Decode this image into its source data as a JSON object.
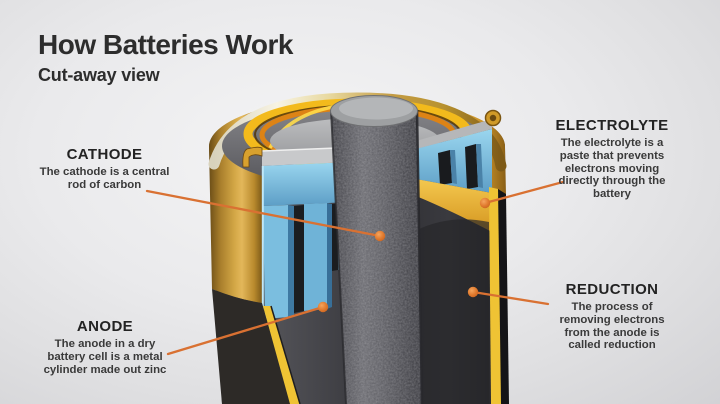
{
  "header": {
    "title": "How Batteries Work",
    "subtitle": "Cut-away view"
  },
  "labels": {
    "cathode": {
      "title": "CATHODE",
      "description": "The cathode is a central rod of carbon"
    },
    "anode": {
      "title": "ANODE",
      "description": "The anode in a dry battery cell is a metal cylinder made out zinc"
    },
    "electrolyte": {
      "title": "ELECTROLYTE",
      "description": "The electrolyte is a paste that prevents electrons moving directly through the battery"
    },
    "reduction": {
      "title": "REDUCTION",
      "description": "The process of removing electrons from the anode is called reduction"
    }
  },
  "colors": {
    "background": "#e9e9eb",
    "text": "#2d2d2d",
    "leader_line_orange": "#d97132",
    "casing_gold": "#d3a746",
    "seal_ring_yellow": "#f3ba1c",
    "electrolyte_blue": "#8fd0ec",
    "zinc_gray": "#3e3e43",
    "carbon_rod_gray": "#58585c",
    "separator_yellow": "#efc334"
  }
}
